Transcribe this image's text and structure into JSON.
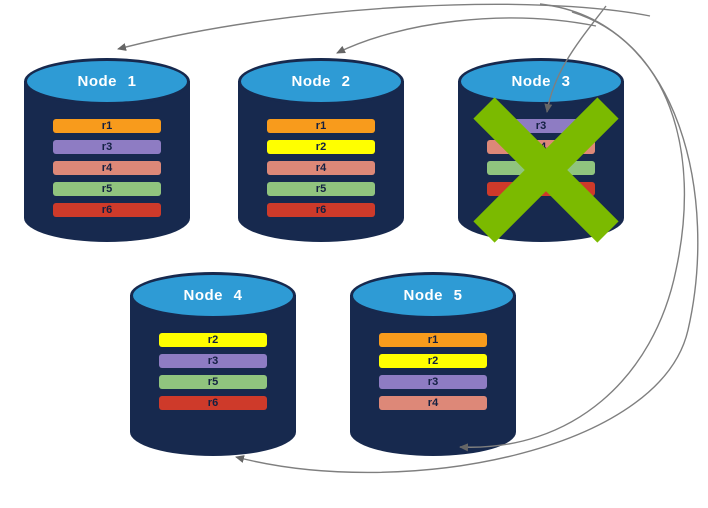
{
  "nodes": [
    {
      "title": "Node 1",
      "replicas": [
        "r1",
        "r3",
        "r4",
        "r5",
        "r6"
      ]
    },
    {
      "title": "Node 2",
      "replicas": [
        "r1",
        "r2",
        "r4",
        "r5",
        "r6"
      ]
    },
    {
      "title": "Node 3",
      "failed": true,
      "replicas": [
        "r3",
        "r4",
        "r5",
        "r6"
      ]
    },
    {
      "title": "Node 4",
      "replicas": [
        "r2",
        "r3",
        "r5",
        "r6"
      ]
    },
    {
      "title": "Node 5",
      "replicas": [
        "r1",
        "r2",
        "r3",
        "r4"
      ]
    }
  ],
  "replica_colors": {
    "r1": "#F89B1C",
    "r2": "#FFFF00",
    "r3": "#8E7CC3",
    "r4": "#DD8878",
    "r5": "#90C47E",
    "r6": "#CE3A2A"
  },
  "colors": {
    "cylinder_body": "#17294E",
    "cylinder_top": "#2E9BD5",
    "arrow": "#7F7F7F"
  },
  "failure": {
    "node": "Node 3",
    "symbol": "green-x",
    "color": "#7BBA00"
  }
}
